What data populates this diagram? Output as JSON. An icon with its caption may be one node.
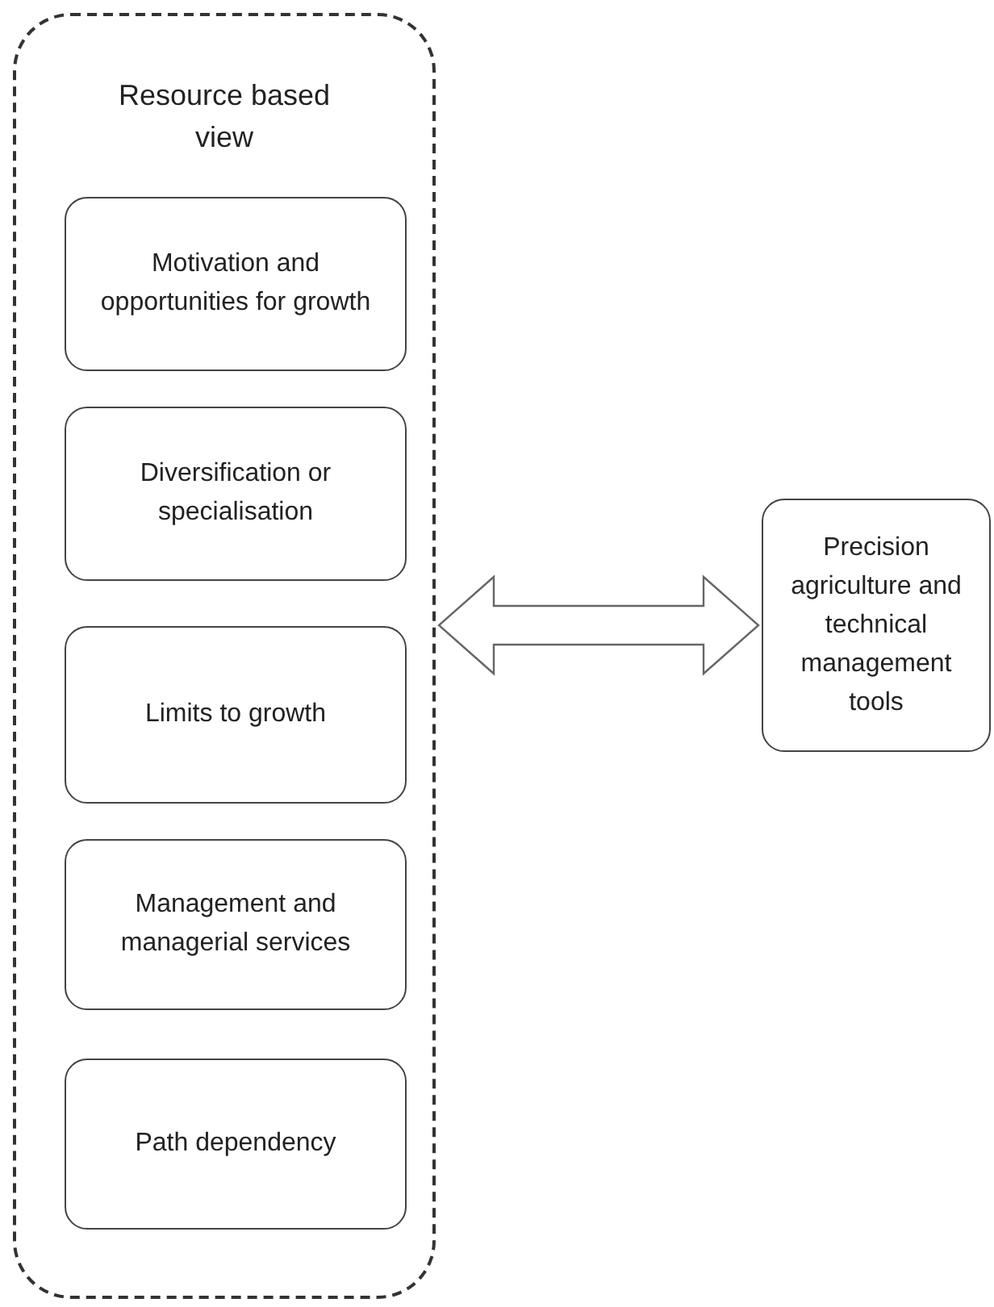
{
  "diagram": {
    "nodes": [
      {
        "text": [
          "Resource based view"
        ]
      },
      {
        "text": [
          "Motivation and opportunities for growth"
        ],
        "in": 0
      },
      {
        "text": [
          "Diversification or specialisation"
        ],
        "in": 0
      },
      {
        "text": [
          "Limits to growth"
        ],
        "in": 0
      },
      {
        "text": [
          "Management and managerial services"
        ],
        "in": 0
      },
      {
        "text": [
          "Path dependency"
        ],
        "in": 0
      },
      {
        "text": [
          "Precision agriculture and technical management tools"
        ]
      }
    ],
    "edges": [
      {
        "from": 0,
        "to": 6,
        "arrow": "both",
        "style": "thick"
      }
    ]
  }
}
